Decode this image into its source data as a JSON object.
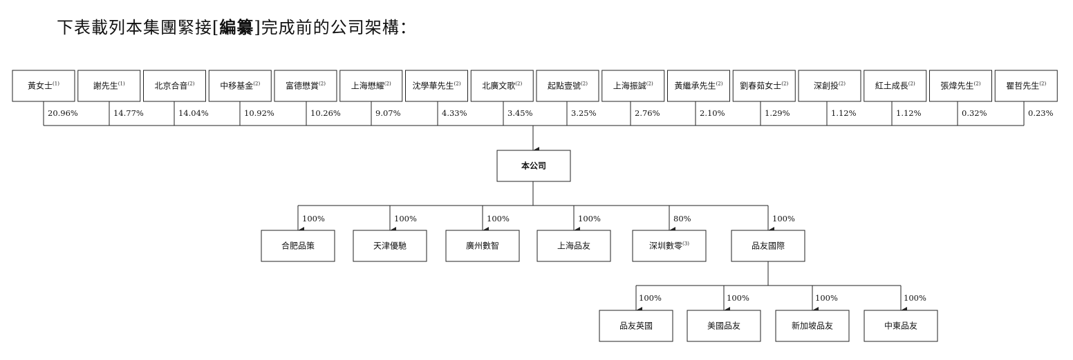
{
  "heading": {
    "prefix": "下表載列本集團緊接[",
    "bold": "編纂",
    "suffix": "]完成前的公司架構："
  },
  "shareholders": [
    {
      "name": "黃女士",
      "note": "(1)",
      "pct": "20.96%"
    },
    {
      "name": "謝先生",
      "note": "(1)",
      "pct": "14.77%"
    },
    {
      "name": "北京合音",
      "note": "(2)",
      "pct": "14.04%"
    },
    {
      "name": "中移基金",
      "note": "(2)",
      "pct": "10.92%"
    },
    {
      "name": "富德懋賞",
      "note": "(2)",
      "pct": "10.26%"
    },
    {
      "name": "上海懋耀",
      "note": "(2)",
      "pct": "9.07%"
    },
    {
      "name": "沈學華先生",
      "note": "(2)",
      "pct": "4.33%"
    },
    {
      "name": "北廣文歌",
      "note": "(2)",
      "pct": "3.45%"
    },
    {
      "name": "起點壹號",
      "note": "(2)",
      "pct": "3.25%"
    },
    {
      "name": "上海振誠",
      "note": "(2)",
      "pct": "2.76%"
    },
    {
      "name": "黃繼承先生",
      "note": "(2)",
      "pct": "2.10%"
    },
    {
      "name": "劉春茹女士",
      "note": "(2)",
      "pct": "1.29%"
    },
    {
      "name": "深創投",
      "note": "(2)",
      "pct": "1.12%"
    },
    {
      "name": "紅土成長",
      "note": "(2)",
      "pct": "1.12%"
    },
    {
      "name": "張煒先生",
      "note": "(2)",
      "pct": "0.32%"
    },
    {
      "name": "瞿哲先生",
      "note": "(2)",
      "pct": "0.23%"
    }
  ],
  "company": {
    "name": "本公司"
  },
  "subsidiaries": [
    {
      "name": "合肥品策",
      "note": "",
      "pct": "100%"
    },
    {
      "name": "天津優馳",
      "note": "",
      "pct": "100%"
    },
    {
      "name": "廣州數智",
      "note": "",
      "pct": "100%"
    },
    {
      "name": "上海品友",
      "note": "",
      "pct": "100%"
    },
    {
      "name": "深圳數零",
      "note": "(3)",
      "pct": "80%"
    },
    {
      "name": "品友國際",
      "note": "",
      "pct": "100%"
    }
  ],
  "international_subsidiaries": [
    {
      "name": "品友英國",
      "pct": "100%"
    },
    {
      "name": "美國品友",
      "pct": "100%"
    },
    {
      "name": "新加坡品友",
      "pct": "100%"
    },
    {
      "name": "中東品友",
      "pct": "100%"
    }
  ]
}
